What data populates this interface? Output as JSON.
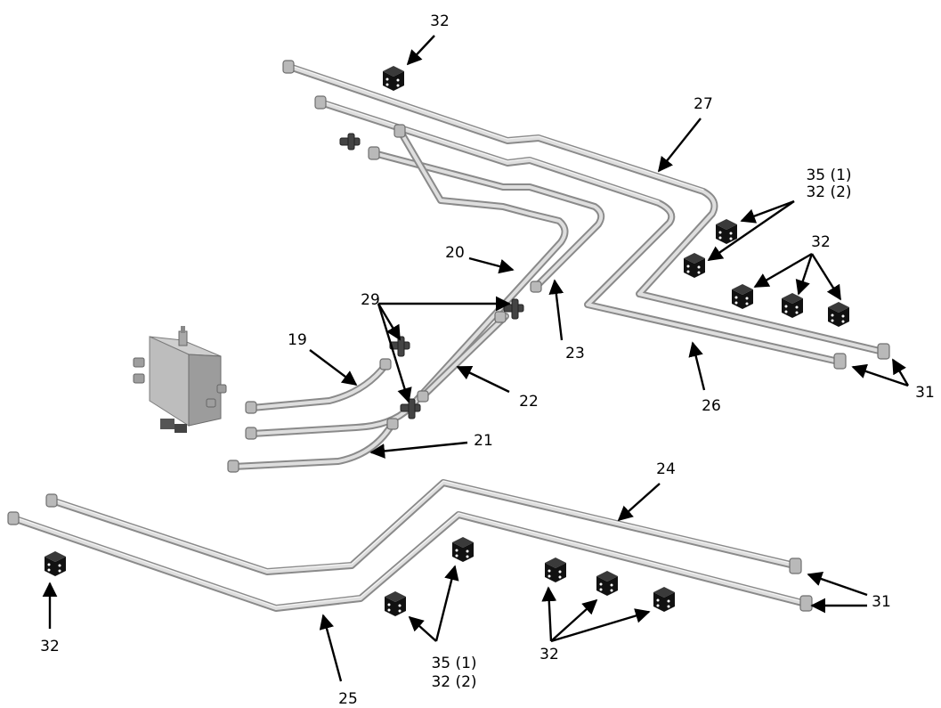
{
  "callouts": {
    "c19": "19",
    "c20": "20",
    "c21": "21",
    "c22": "22",
    "c23": "23",
    "c24": "24",
    "c25": "25",
    "c26": "26",
    "c27": "27",
    "c29": "29",
    "c31a": "31",
    "c31b": "31",
    "c32top": "32",
    "c32right": "32",
    "c32left": "32",
    "c32bottom": "32",
    "c3532right_a": "35 (1)",
    "c3532right_b": "32 (2)",
    "c3532bottom_a": "35 (1)",
    "c3532bottom_b": "32 (2)"
  }
}
